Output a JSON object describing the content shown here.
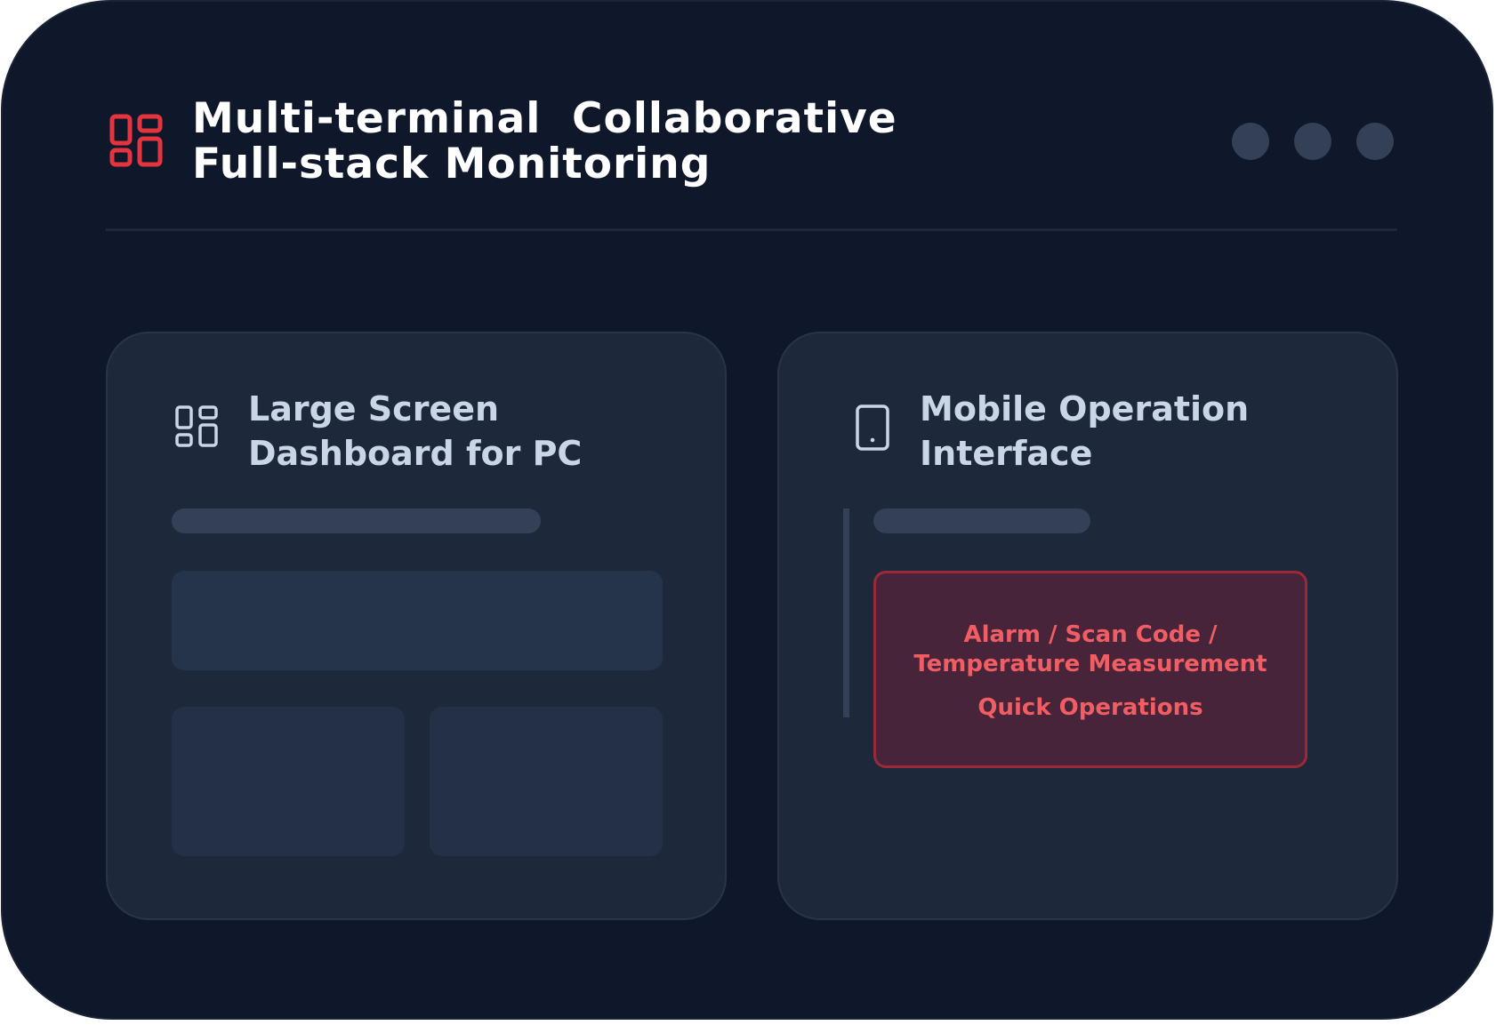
{
  "header": {
    "title_line1": "Multi-terminal  Collaborative",
    "title_line2": "Full-stack Monitoring",
    "logo_icon": "dashboard-grid-icon",
    "accent_color": "#e5343e",
    "window_dots": 3
  },
  "cards": {
    "pc": {
      "icon": "dashboard-grid-icon",
      "title_line1": "Large Screen",
      "title_line2": "Dashboard for PC"
    },
    "mobile": {
      "icon": "tablet-icon",
      "title_line1": "Mobile Operation",
      "title_line2": "Interface",
      "alert": {
        "line1": "Alarm / Scan Code /",
        "line2": "Temperature Measurement",
        "line3": "Quick Operations",
        "text_color": "#f05d63"
      }
    }
  }
}
